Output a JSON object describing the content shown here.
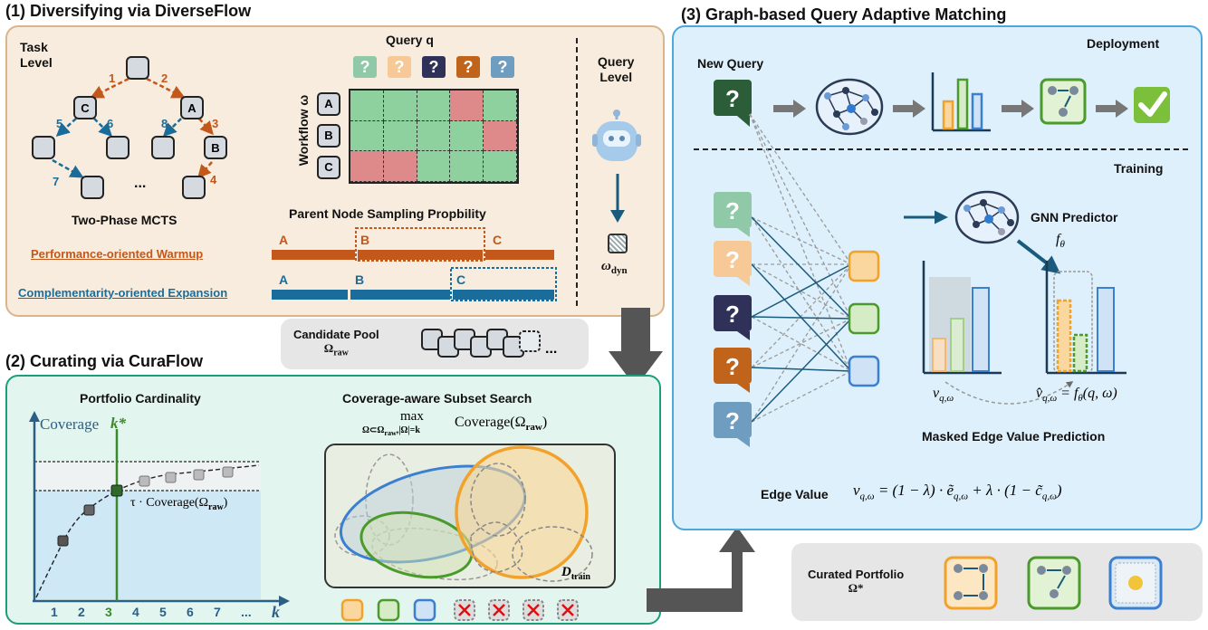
{
  "section1": {
    "title": "(1) Diversifying via DiverseFlow",
    "task_level": [
      "Task",
      "Level"
    ],
    "query_level": [
      "Query",
      "Level"
    ],
    "query_q": "Query q",
    "workflow_axis": "Workflow ω",
    "workflow_rows": [
      "A",
      "B",
      "C"
    ],
    "mcts_title": "Two-Phase MCTS",
    "warmup": "Performance-oriented Warmup",
    "expansion": "Complementarity-oriented Expansion",
    "sampling_title": "Parent Node Sampling Propbility",
    "tree_left_root": "C",
    "tree_right_a": "A",
    "tree_right_b": "B",
    "edge_numbers": [
      "1",
      "2",
      "5",
      "6",
      "8",
      "3",
      "7",
      "4"
    ],
    "ellipsis": "...",
    "bar_labels_top": [
      "A",
      "B",
      "C"
    ],
    "bar_labels_bottom": [
      "A",
      "B",
      "C"
    ],
    "omega_dyn": "ω",
    "omega_dyn_sub": "dyn",
    "grid": [
      [
        "green",
        "green",
        "green",
        "red",
        "green"
      ],
      [
        "green",
        "green",
        "green",
        "green",
        "red"
      ],
      [
        "red",
        "red",
        "green",
        "green",
        "green"
      ]
    ],
    "query_colors": [
      "#8fc9a7",
      "#f6c996",
      "#2f3158",
      "#c0641b",
      "#6f9dc0"
    ]
  },
  "pool": {
    "label": "Candidate Pool",
    "symbol": "Ω",
    "symbol_sub": "raw",
    "ellipsis": "..."
  },
  "section2": {
    "title": "(2) Curating via CuraFlow",
    "cardinality_title": "Portfolio Cardinality",
    "coverage_axis": "Coverage",
    "k_star": "k*",
    "tau_label": "τ · Coverage(Ω",
    "tau_sub": "raw",
    "x_ticks": [
      "1",
      "2",
      "3",
      "4",
      "5",
      "6",
      "7",
      "..."
    ],
    "k_axis": "k",
    "subset_title": "Coverage-aware Subset Search",
    "max_label": "max",
    "max_constraint": "Ω⊂Ω",
    "max_constraint_sub": "raw",
    "max_constraint_rest": ",|Ω|=k",
    "objective": "Coverage(Ω",
    "objective_sub": "raw",
    "d_train": "D",
    "d_train_sub": "train"
  },
  "section3": {
    "title": "(3) Graph-based Query Adaptive Matching",
    "deployment": "Deployment",
    "new_query": "New Query",
    "training": "Training",
    "gnn_predictor": "GNN Predictor",
    "f_theta": "f",
    "f_theta_sub": "θ",
    "v_label": "v",
    "v_sub": "q,ω",
    "v_hat_label": "v̂",
    "v_hat_sub": "q,ω",
    "v_hat_rhs": "= f",
    "v_hat_rhs_sub": "θ",
    "v_hat_args": "(q, ω)",
    "masked": "Masked Edge Value Prediction",
    "edge_value_label": "Edge Value",
    "edge_formula": "= (1 − λ) · ẽ",
    "edge_formula_sub": "q,ω",
    "edge_formula_rest": " + λ · (1 − c̃",
    "edge_formula_sub2": "q,ω",
    "edge_formula_end": ")"
  },
  "portfolio": {
    "label": "Curated Portfolio",
    "symbol": "Ω*"
  },
  "colors": {
    "orange_panel": "#f7ecdd",
    "orange_border": "#d9b58c",
    "green_panel": "#e3f5ef",
    "green_border": "#1d9d7a",
    "blue_panel": "#def0fb",
    "blue_border": "#4ea6dc",
    "grey_panel": "#e6e6e6",
    "orange_accent": "#c4571a",
    "blue_accent": "#1a6d9a"
  }
}
